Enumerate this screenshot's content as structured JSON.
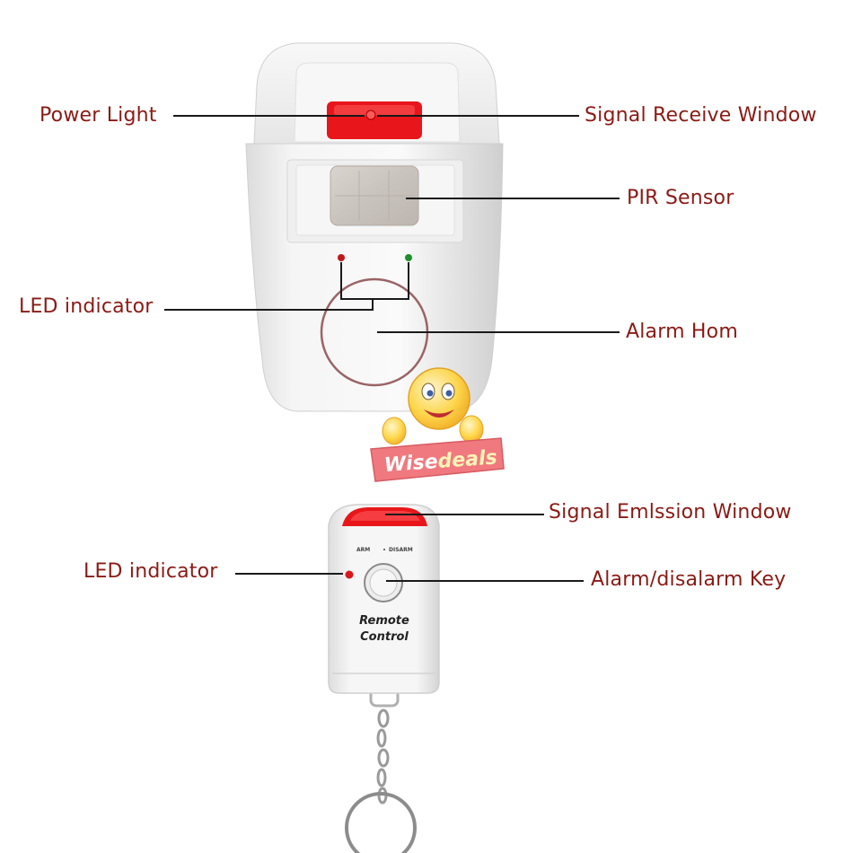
{
  "labels": {
    "power_light": "Power Light",
    "signal_receive_window": "Signal Receive Window",
    "pir_sensor": "PIR Sensor",
    "led_indicator_sensor": "LED indicator",
    "alarm_horn": "Alarm Hom",
    "signal_emission_window": "Signal Emlssion Window",
    "led_indicator_remote": "LED indicator",
    "alarm_key": "Alarm/disalarm Key"
  },
  "remote": {
    "line1": "Remote",
    "line2": "Control",
    "tiny_left": "ARM",
    "tiny_right": "DISARM"
  },
  "watermark": {
    "text_a": "Wise",
    "text_b": "deals"
  },
  "colors": {
    "label_text": "#8a1a14",
    "leader_line": "#1a1a1a",
    "device_body": "#f2f2f2",
    "red_window": "#e8161a",
    "led_red": "#c0191b",
    "led_green": "#1f8f2c"
  }
}
